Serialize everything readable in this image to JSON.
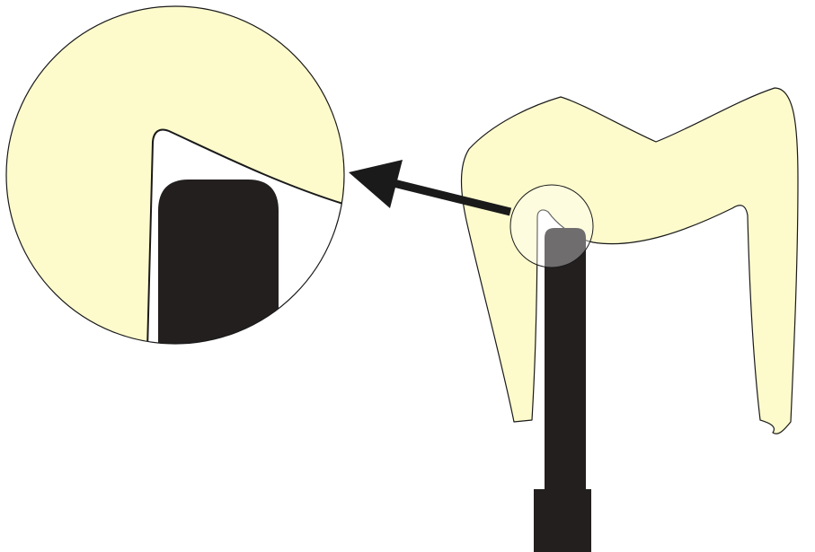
{
  "diagram": {
    "colors": {
      "tooth_fill": "#fdfbcc",
      "outline": "#1a1a1a",
      "instrument": "#231f1f",
      "background": "#ffffff"
    },
    "parts": [
      "tooth-crown",
      "root-canal",
      "instrument",
      "magnified-inset",
      "pointer-arrow"
    ]
  }
}
